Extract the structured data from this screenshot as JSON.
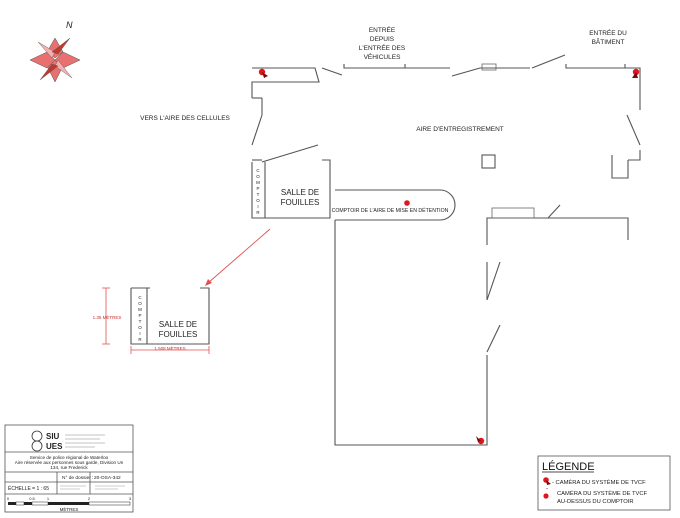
{
  "compass": {
    "north_label": "N",
    "north_color": "#c0392b",
    "icon": "compass-rose-icon"
  },
  "labels": {
    "vehicle_entrance": [
      "ENTRÉE",
      "DEPUIS",
      "L'ENTRÉE DES",
      "VÉHICULES"
    ],
    "building_entrance": [
      "ENTRÉE DU",
      "BÂTIMENT"
    ],
    "to_cells": "VERS L'AIRE DES CELLULES",
    "registration_area": "AIRE D'ENTREGISTREMENT",
    "counter_vertical": "COMPTOIR",
    "search_room": [
      "SALLE DE",
      "FOUILLES"
    ],
    "booking_counter": "COMPTOIR DE L'AIRE DE MISE EN DÉTENTION"
  },
  "detail": {
    "counter_vertical": "COMPTOIR",
    "search_room": [
      "SALLE DE",
      "FOUILLES"
    ],
    "dim_height": "1.35 MÈTRES",
    "dim_width": "1.508 MÈTRES"
  },
  "title_block": {
    "logo_text": "SIU",
    "logo_text2": "UES",
    "service": "Service de police régional de Waterloo",
    "area": "Aire réservée aux personnes sous garde, Division Un",
    "address": "134, rue Frederick",
    "file_label": "N° de dossier :",
    "file_number": "20-OSA-342",
    "scale_label": "ÉCHELLE = 1 : 65",
    "scale_ticks": [
      "0",
      "0.5",
      "1",
      "2",
      "3"
    ],
    "scale_unit": "MÈTRES"
  },
  "legend": {
    "title": "LÉGENDE",
    "items": [
      {
        "icon": "camera-icon",
        "text": "- CAMÉRA DU SYSTÈME DE TVCF"
      },
      {
        "icon": "dome-camera-icon",
        "text": [
          "CAMÉRA DU SYSTÈME DE TVCF",
          "AU-DESSUS DU COMPTOIR"
        ]
      }
    ]
  },
  "colors": {
    "camera": "#e0151f",
    "wall": "#555555",
    "dimension": "#e05050"
  }
}
